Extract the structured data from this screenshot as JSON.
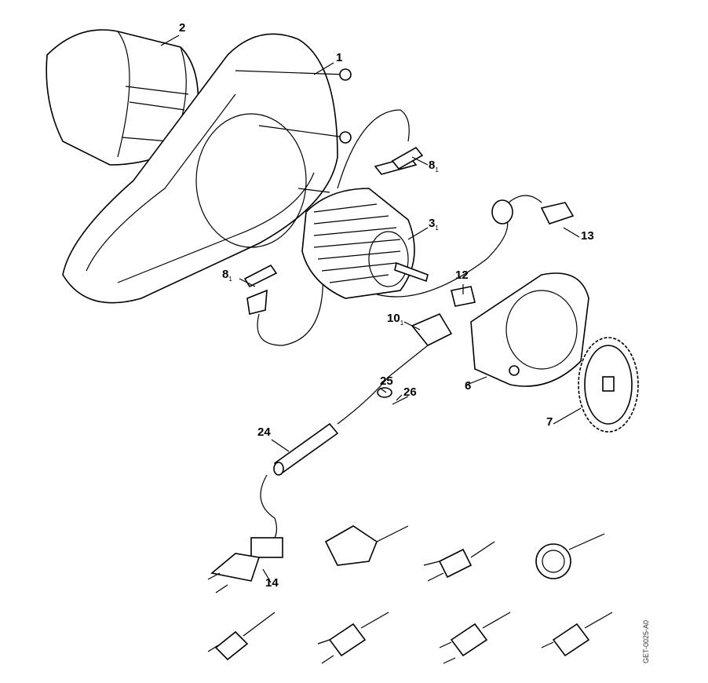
{
  "labels": {
    "p1": "1",
    "p2": "2",
    "p3": "3",
    "p6": "6",
    "p7": "7",
    "p8a": "8",
    "p8b": "8",
    "p10": "10",
    "p12": "12",
    "p13": "13",
    "p14": "14",
    "p24": "24",
    "p25": "25",
    "p26": "26",
    "sub": "1"
  },
  "watermark": "GET-0025-A0"
}
